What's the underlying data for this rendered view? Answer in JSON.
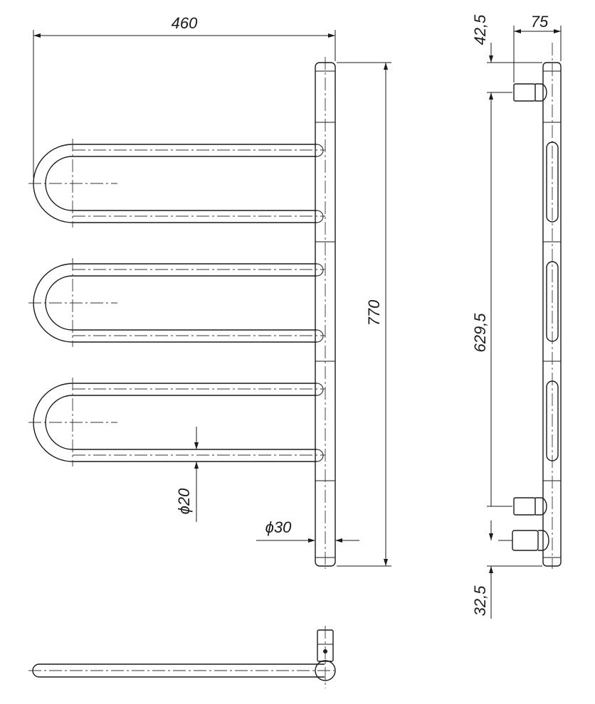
{
  "dimensions": {
    "width_total": "460",
    "height_total": "770",
    "pipe_diameter": "ϕ20",
    "post_diameter": "ϕ30",
    "side_depth": "75",
    "top_offset": "42,5",
    "connection_distance": "629,5",
    "bottom_offset": "32,5"
  }
}
